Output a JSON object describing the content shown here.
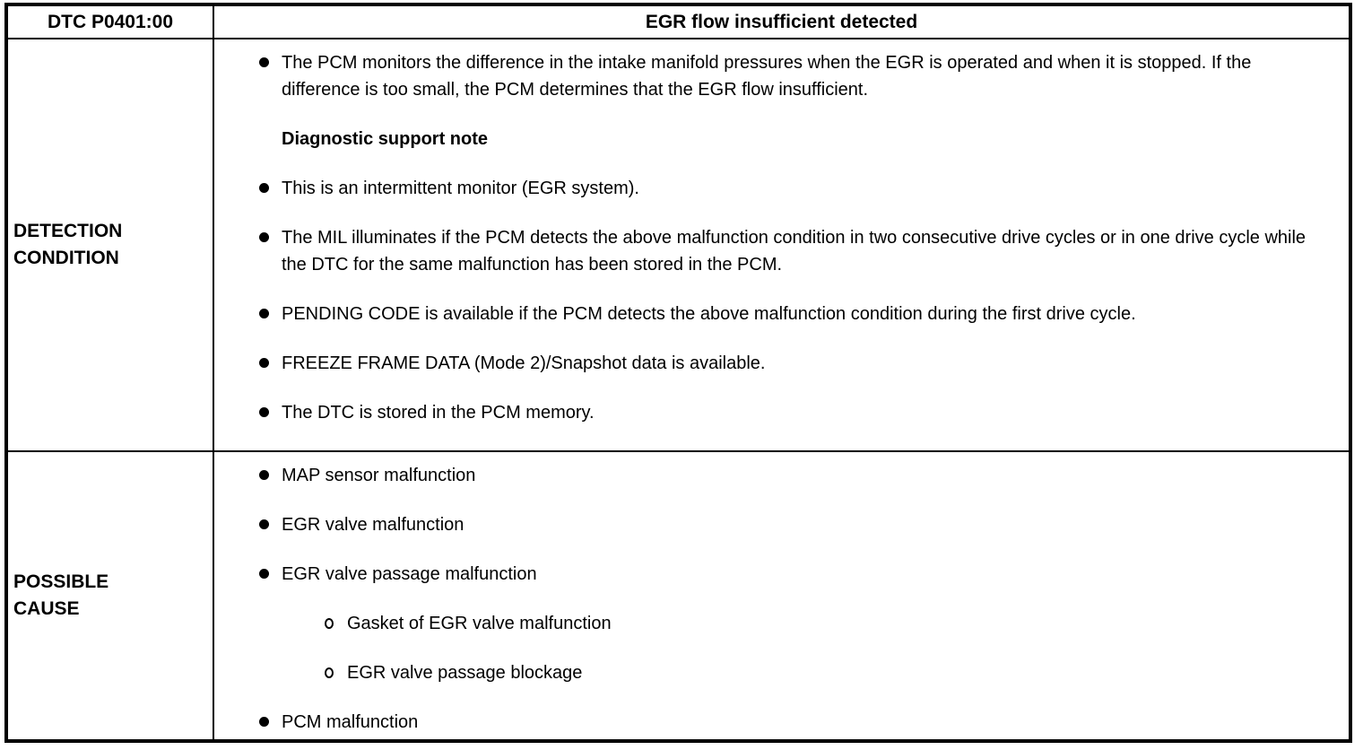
{
  "header": {
    "dtc_code": "DTC P0401:00",
    "dtc_title": "EGR flow insufficient detected"
  },
  "detection_condition": {
    "label": "DETECTION CONDITION",
    "items": [
      {
        "kind": "bullet",
        "text": "The PCM monitors the difference in the intake manifold pressures when the EGR is operated and when it is stopped. If the difference is too small, the PCM determines that the EGR flow insufficient."
      },
      {
        "kind": "heading",
        "text": "Diagnostic support note"
      },
      {
        "kind": "bullet",
        "text": "This is an intermittent monitor (EGR system)."
      },
      {
        "kind": "bullet",
        "text": "The MIL illuminates if the PCM detects the above malfunction condition in two consecutive drive cycles or in one drive cycle while the DTC for the same malfunction has been stored in the PCM."
      },
      {
        "kind": "bullet",
        "text": "PENDING CODE is available if the PCM detects the above malfunction condition during the first drive cycle."
      },
      {
        "kind": "bullet",
        "text": "FREEZE FRAME DATA (Mode 2)/Snapshot data is available."
      },
      {
        "kind": "bullet",
        "text": "The DTC is stored in the PCM memory."
      }
    ]
  },
  "possible_cause": {
    "label": "POSSIBLE CAUSE",
    "items": [
      {
        "kind": "bullet",
        "text": "MAP sensor malfunction"
      },
      {
        "kind": "bullet",
        "text": "EGR valve malfunction"
      },
      {
        "kind": "bullet",
        "text": "EGR valve passage malfunction"
      },
      {
        "kind": "sub_bullet",
        "text": "Gasket of EGR valve malfunction"
      },
      {
        "kind": "sub_bullet",
        "text": "EGR valve passage blockage"
      },
      {
        "kind": "bullet",
        "text": "PCM malfunction"
      }
    ]
  },
  "icons": {
    "bullet": "filled-circle",
    "sub_bullet": "open-circle"
  },
  "colors": {
    "border": "#000000",
    "text": "#000000",
    "background": "#ffffff"
  }
}
